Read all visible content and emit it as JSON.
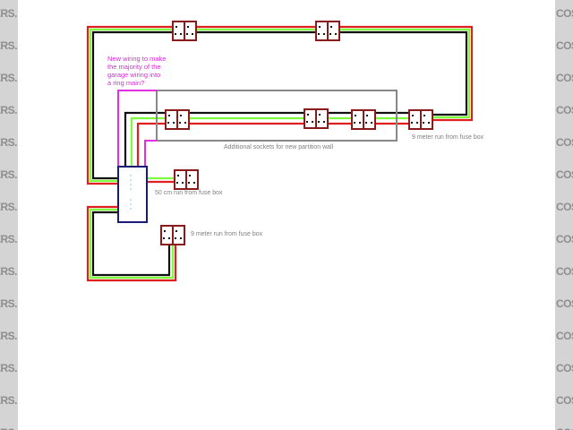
{
  "watermark": {
    "left_text": "DERS.",
    "right_text": "COST"
  },
  "note": {
    "lines": [
      "New wiring to make",
      "the majority of the",
      "garage wiring into",
      "a ring main?"
    ]
  },
  "labels": {
    "partition": "Additional sockets for new partition wall",
    "outer_run": "9 meter run from fuse box",
    "short_run": "50 cm run from fuse box",
    "lower_run": "9 meter run from fuse box"
  },
  "colors": {
    "live": "#e02020",
    "earth": "#7cfc3c",
    "neutral": "#111111",
    "socket": "#8b1a1a",
    "fuse_box": "#1a1a7a",
    "new_wiring": "#e030e0",
    "partition_wall": "#888888"
  }
}
